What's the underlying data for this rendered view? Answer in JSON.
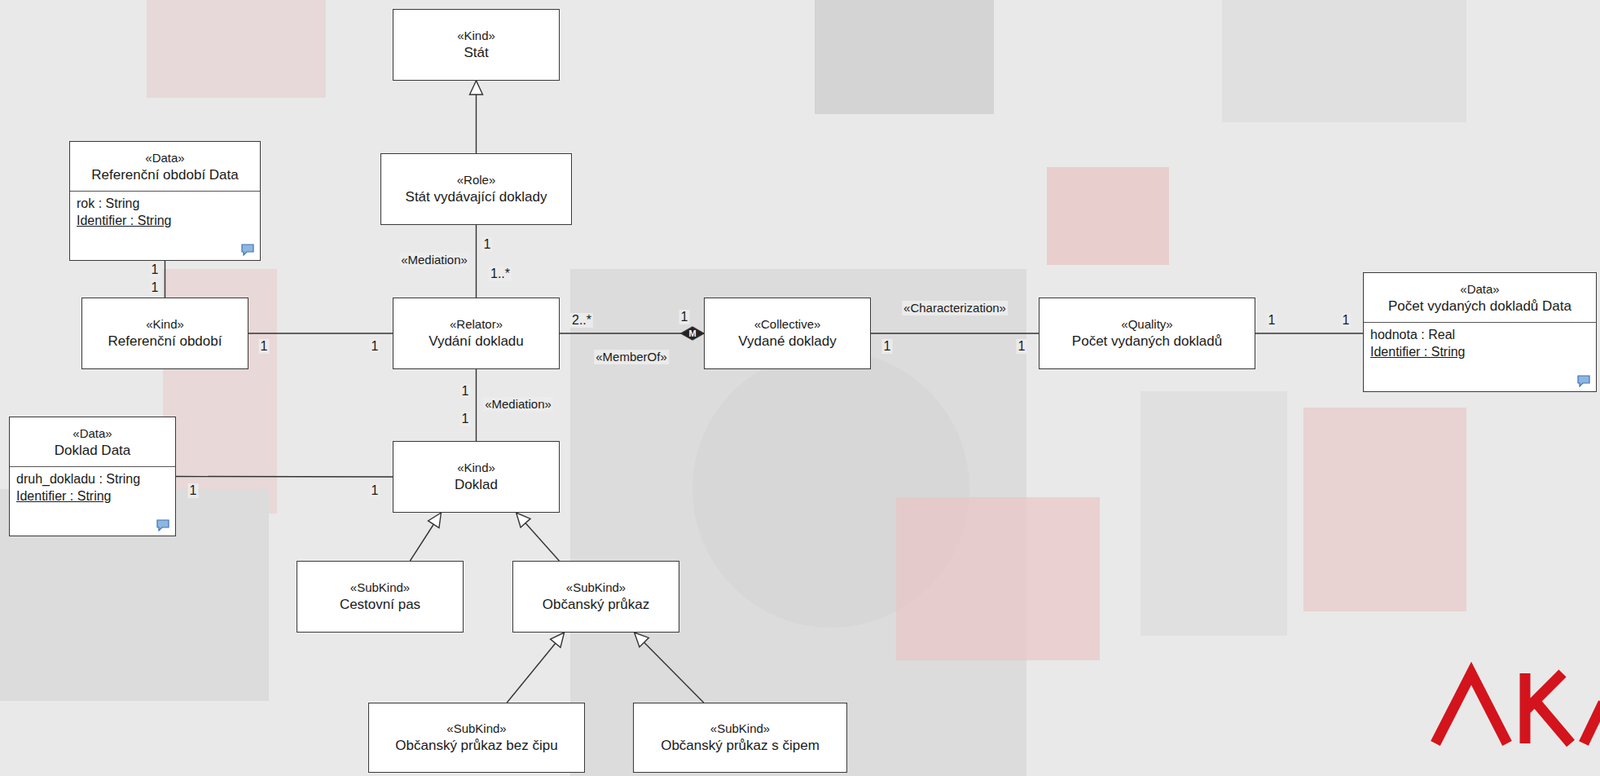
{
  "diagram": {
    "nodes": [
      {
        "text": [
          "«Kind»",
          "Stát"
        ]
      },
      {
        "text": [
          "«Data»",
          "Referenční období Data",
          "rok : String",
          "Identifier : String"
        ]
      },
      {
        "text": [
          "«Role»",
          "Stát vydávající doklady"
        ]
      },
      {
        "text": [
          "«Kind»",
          "Referenční období"
        ]
      },
      {
        "text": [
          "«Relator»",
          "Vydání dokladu"
        ]
      },
      {
        "text": [
          "«Collective»",
          "Vydané doklady"
        ]
      },
      {
        "text": [
          "«Quality»",
          "Počet vydaných dokladů"
        ]
      },
      {
        "text": [
          "«Data»",
          "Počet vydaných dokladů Data",
          "hodnota : Real",
          "Identifier : String"
        ]
      },
      {
        "text": [
          "«Data»",
          "Doklad Data",
          "druh_dokladu : String",
          "Identifier : String"
        ]
      },
      {
        "text": [
          "«Kind»",
          "Doklad"
        ]
      },
      {
        "text": [
          "«SubKind»",
          "Cestovní pas"
        ]
      },
      {
        "text": [
          "«SubKind»",
          "Občanský průkaz"
        ]
      },
      {
        "text": [
          "«SubKind»",
          "Občanský průkaz bez čipu"
        ]
      },
      {
        "text": [
          "«SubKind»",
          "Občanský průkaz s čipem"
        ]
      }
    ],
    "edges": [
      {
        "from": 2,
        "to": 0,
        "arrow": "to"
      },
      {
        "from": 1,
        "to": 3,
        "arrow": "none"
      },
      {
        "from": 2,
        "to": 4,
        "label": "«Mediation»",
        "arrow": "none"
      },
      {
        "from": 3,
        "to": 4,
        "arrow": "none"
      },
      {
        "from": 4,
        "to": 5,
        "label": "«MemberOf»",
        "arrow": "to"
      },
      {
        "from": 5,
        "to": 6,
        "label": "«Characterization»",
        "arrow": "none"
      },
      {
        "from": 6,
        "to": 7,
        "arrow": "none"
      },
      {
        "from": 4,
        "to": 9,
        "label": "«Mediation»",
        "arrow": "none"
      },
      {
        "from": 8,
        "to": 9,
        "arrow": "none"
      },
      {
        "from": 10,
        "to": 9,
        "arrow": "to"
      },
      {
        "from": 11,
        "to": 9,
        "arrow": "to"
      },
      {
        "from": 12,
        "to": 11,
        "arrow": "to"
      },
      {
        "from": 13,
        "to": 11,
        "arrow": "to"
      }
    ],
    "labels": [
      "1",
      "1",
      "1",
      "1..*",
      "1",
      "1",
      "2..*",
      "1",
      "1",
      "1",
      "1",
      "1",
      "1",
      "1",
      "1",
      "1",
      "M"
    ]
  }
}
